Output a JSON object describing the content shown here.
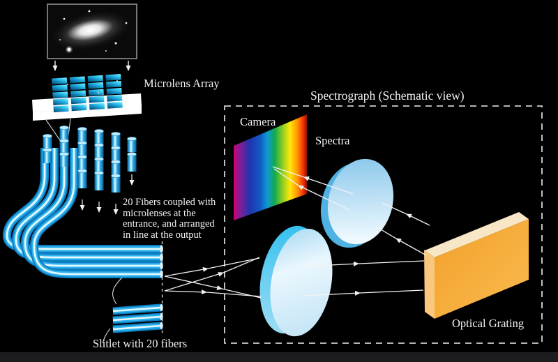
{
  "title": "Spectrograph (Schematic view)",
  "labels": {
    "microlens_array": "Microlens Array",
    "camera": "Camera",
    "spectra": "Spectra",
    "optical_grating": "Optical Grating",
    "slitlet": "Slitlet with 20 fibers"
  },
  "fiber_note": {
    "line1": "20 Fibers coupled with",
    "line2": "microlenses at the",
    "line3": "entrance, and arranged",
    "line4": "in line at the output"
  },
  "colors": {
    "background": "#000000",
    "text": "#f2f2f2",
    "fiber_cyan": "#2fb3ee",
    "fiber_edge_blue": "#0d7ec2",
    "microlens_cyan": "#31d3f5",
    "lens_blue": "#a8d8f0",
    "grating_orange": "#f6a832",
    "spectrum_left_magenta": "#cf0076",
    "spectrum_right_red": "#f43103",
    "footer_bar": "#1d1d1f"
  }
}
